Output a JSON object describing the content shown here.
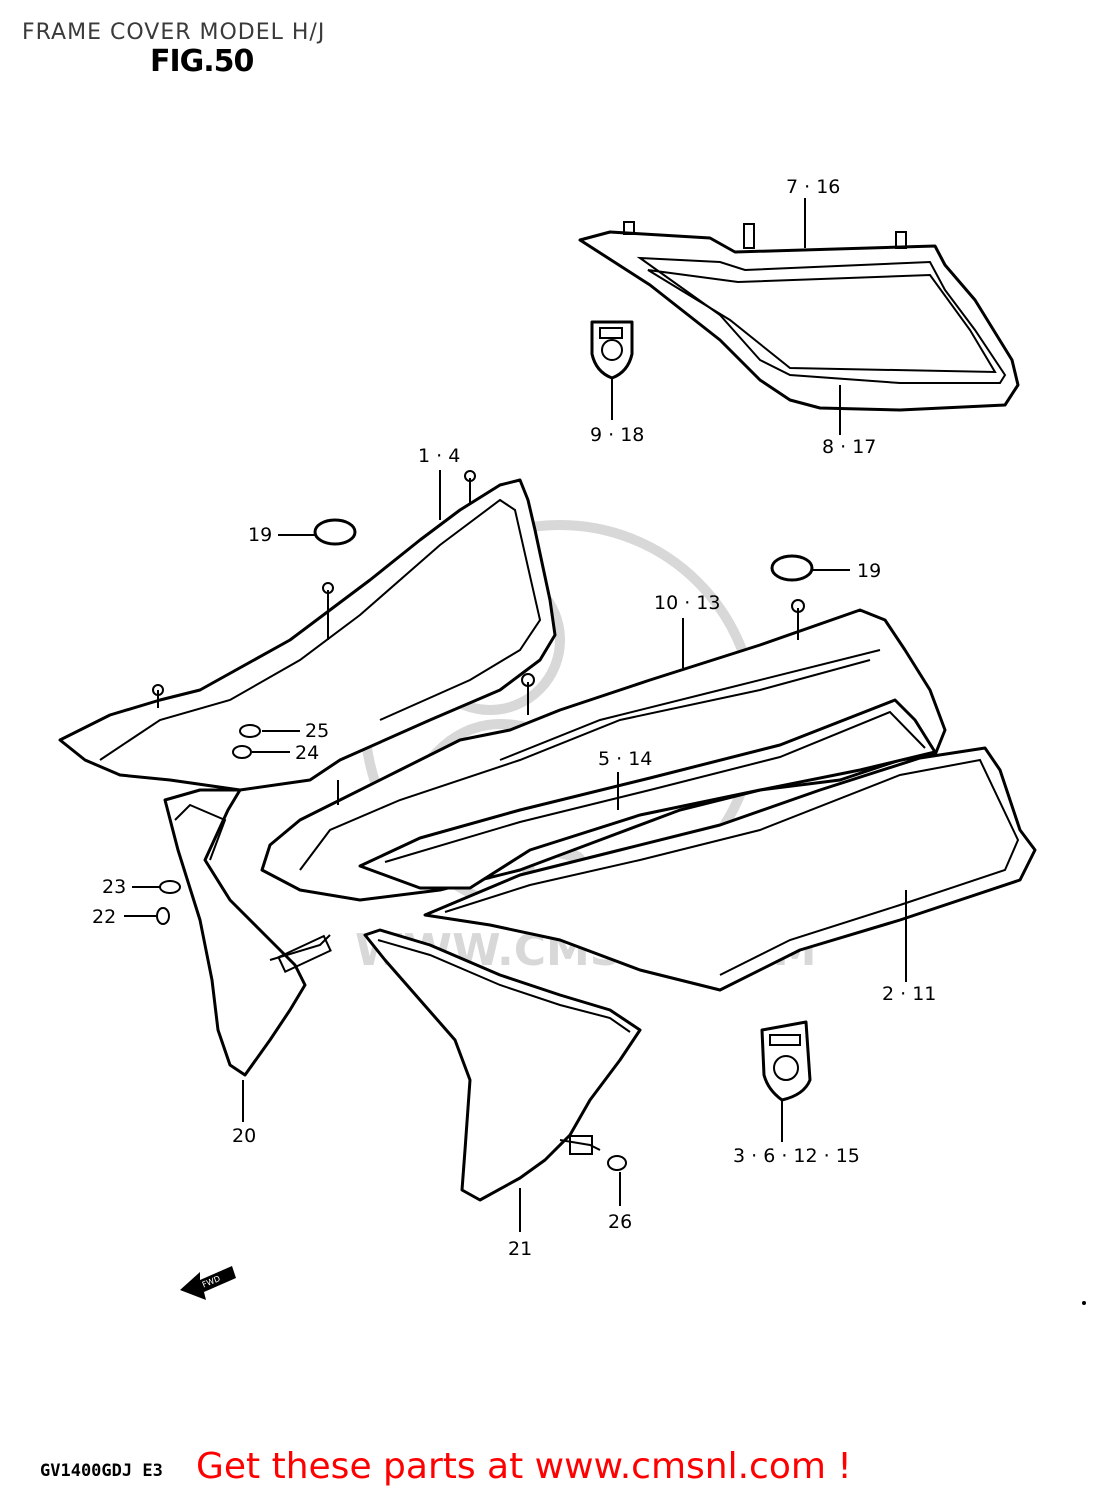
{
  "header": {
    "title": "FRAME COVER MODEL H/J",
    "figure": "FIG.50"
  },
  "watermark": {
    "text": "WWW.CMSNL.COM",
    "logo_text": "CMS"
  },
  "callouts": [
    {
      "id": "c-7-16",
      "label": "7 · 16"
    },
    {
      "id": "c-8-17",
      "label": "8 · 17"
    },
    {
      "id": "c-9-18",
      "label": "9 · 18"
    },
    {
      "id": "c-1-4",
      "label": "1 · 4"
    },
    {
      "id": "c-19a",
      "label": "19"
    },
    {
      "id": "c-19b",
      "label": "19"
    },
    {
      "id": "c-10-13",
      "label": "10 · 13"
    },
    {
      "id": "c-25",
      "label": "25"
    },
    {
      "id": "c-24",
      "label": "24"
    },
    {
      "id": "c-5-14",
      "label": "5 · 14"
    },
    {
      "id": "c-23",
      "label": "23"
    },
    {
      "id": "c-22",
      "label": "22"
    },
    {
      "id": "c-2-11",
      "label": "2 · 11"
    },
    {
      "id": "c-20",
      "label": "20"
    },
    {
      "id": "c-3-6-12-15",
      "label": "3 · 6 · 12 · 15"
    },
    {
      "id": "c-26",
      "label": "26"
    },
    {
      "id": "c-21",
      "label": "21"
    }
  ],
  "footer": {
    "model_code": "GV1400GDJ E3",
    "cta": "Get these parts at www.cmsnl.com !",
    "fwd_label": "FWD"
  },
  "colors": {
    "cta": "#ff0000",
    "ink": "#000000",
    "watermark": "#d8d8d8"
  }
}
